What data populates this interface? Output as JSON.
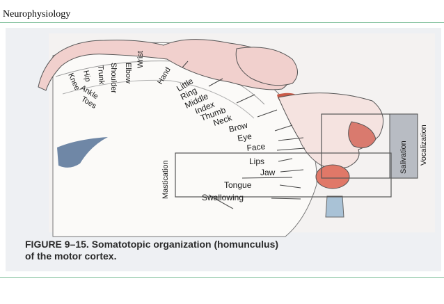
{
  "header": {
    "title": "Neurophysiology"
  },
  "figure": {
    "body_labels": [
      "Knee",
      "Hip",
      "Trunk",
      "Shoulder",
      "Elbow",
      "Wrist",
      "Hand",
      "Little",
      "Ring",
      "Middle",
      "Index",
      "Thumb",
      "Neck",
      "Brow",
      "Eye",
      "Face",
      "Lips",
      "Jaw",
      "Tongue",
      "Swallowing"
    ],
    "limb_labels": [
      "Ankle",
      "Toes"
    ],
    "side_labels": {
      "mastication": "Mastication",
      "salivation": "Salivation",
      "vocalization": "Vocalization"
    },
    "caption_line1": "FIGURE 9–15. Somatotopic organization (homunculus)",
    "caption_line2": "of the motor cortex."
  }
}
